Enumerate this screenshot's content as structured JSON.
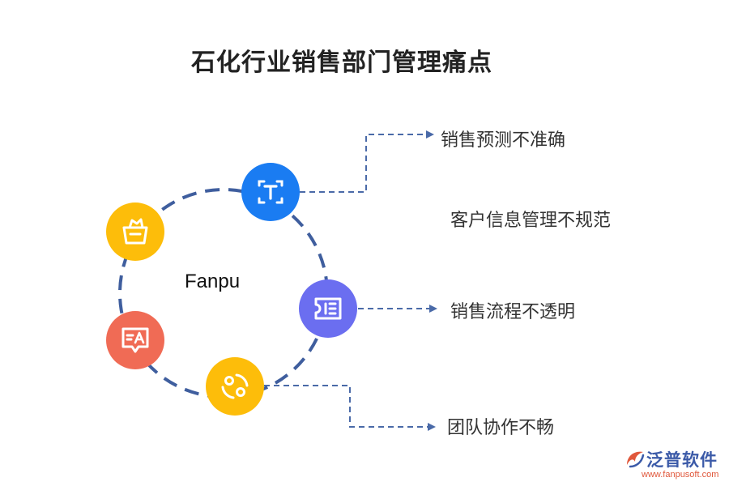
{
  "title": "石化行业销售部门管理痛点",
  "center_label": "Fanpu",
  "points": [
    {
      "text": "销售预测不准确"
    },
    {
      "text": "客户信息管理不规范"
    },
    {
      "text": "销售流程不透明"
    },
    {
      "text": "团队协作不畅"
    }
  ],
  "icons": [
    {
      "name": "text-t-icon",
      "color": "#1a7cf2"
    },
    {
      "name": "ticket-list-icon",
      "color": "#6b6ef0"
    },
    {
      "name": "swap-cycle-icon",
      "color": "#fdbd0a"
    },
    {
      "name": "translate-icon",
      "color": "#f06b55"
    },
    {
      "name": "basket-icon",
      "color": "#fdbd0a"
    }
  ],
  "colors": {
    "ring": "#3f5e9e",
    "connector": "#4a6aa8"
  },
  "logo": {
    "name": "泛普软件",
    "url": "www.fanpusoft.com"
  }
}
